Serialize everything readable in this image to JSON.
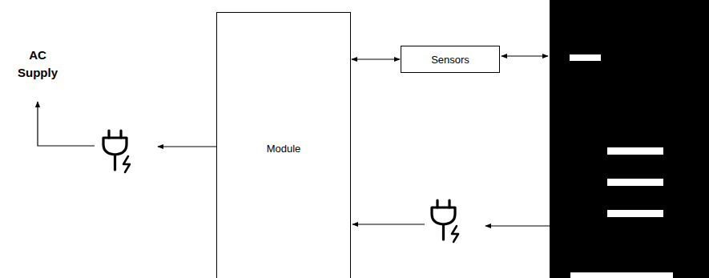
{
  "diagram": {
    "nodes": [
      {
        "text": [
          "Module"
        ]
      },
      {
        "text": [
          "Sensors"
        ]
      }
    ],
    "edges": [
      {
        "from": 0,
        "to": 1,
        "arrow": "both"
      }
    ],
    "labels": [
      "AC Supply"
    ]
  }
}
